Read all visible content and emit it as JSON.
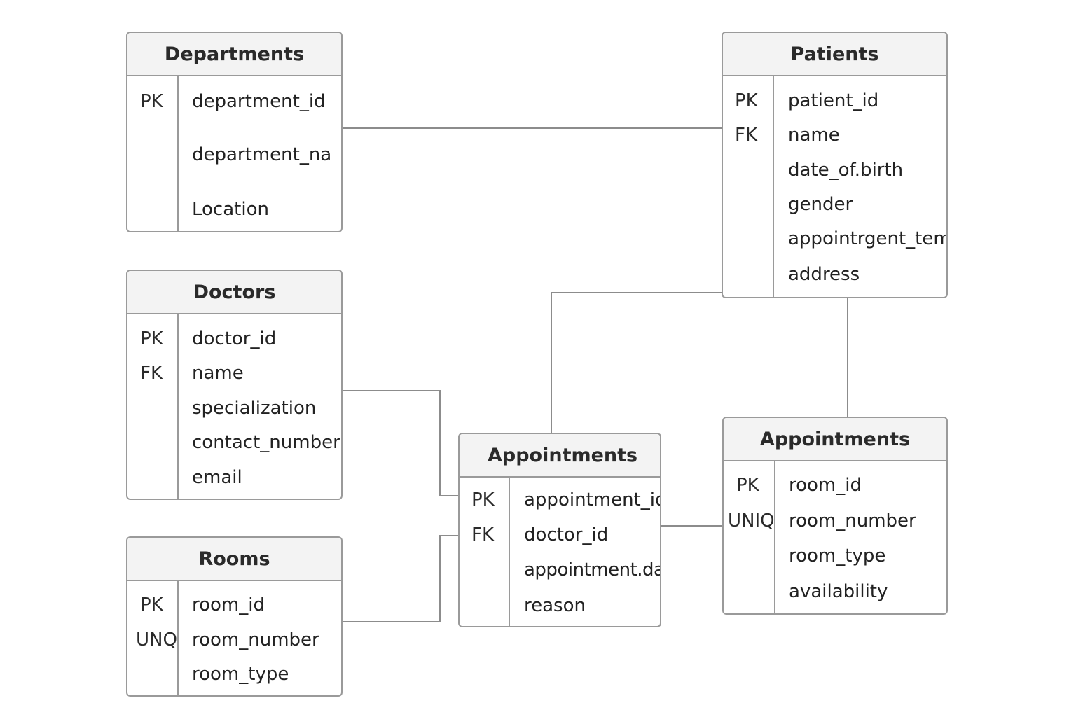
{
  "entities": {
    "departments": {
      "title": "Departments",
      "rows": [
        {
          "key": "PK",
          "field": "department_id"
        },
        {
          "key": "",
          "field": "department_na"
        },
        {
          "key": "",
          "field": "Location"
        }
      ]
    },
    "patients": {
      "title": "Patients",
      "rows": [
        {
          "key": "PK",
          "field": "patient_id"
        },
        {
          "key": "FK",
          "field": "name"
        },
        {
          "key": "",
          "field": "date_of.birth"
        },
        {
          "key": "",
          "field": "gender"
        },
        {
          "key": "",
          "field": "appointrgent_tem"
        },
        {
          "key": "",
          "field": "address"
        }
      ]
    },
    "doctors": {
      "title": "Doctors",
      "rows": [
        {
          "key": "PK",
          "field": "doctor_id"
        },
        {
          "key": "FK",
          "field": "name"
        },
        {
          "key": "",
          "field": "specialization"
        },
        {
          "key": "",
          "field": "contact_number"
        },
        {
          "key": "",
          "field": "email"
        }
      ]
    },
    "rooms": {
      "title": "Rooms",
      "rows": [
        {
          "key": "PK",
          "field": "room_id"
        },
        {
          "key": "UNQ",
          "field": "room_number"
        },
        {
          "key": "",
          "field": "room_type"
        }
      ]
    },
    "appointments_center": {
      "title": "Appointments",
      "rows": [
        {
          "key": "PK",
          "field": "appointment_id"
        },
        {
          "key": "FK",
          "field": "doctor_id"
        },
        {
          "key": "",
          "field": "appointment.dat"
        },
        {
          "key": "",
          "field": "reason"
        }
      ]
    },
    "appointments_right": {
      "title": "Appointments",
      "rows": [
        {
          "key": "PK",
          "field": "room_id"
        },
        {
          "key": "UNIQ",
          "field": "room_number"
        },
        {
          "key": "",
          "field": "room_type"
        },
        {
          "key": "",
          "field": "availability"
        }
      ]
    }
  },
  "colors": {
    "border": "#9a9a9a",
    "header_bg": "#f3f3f3",
    "connector": "#8c8c8c"
  }
}
